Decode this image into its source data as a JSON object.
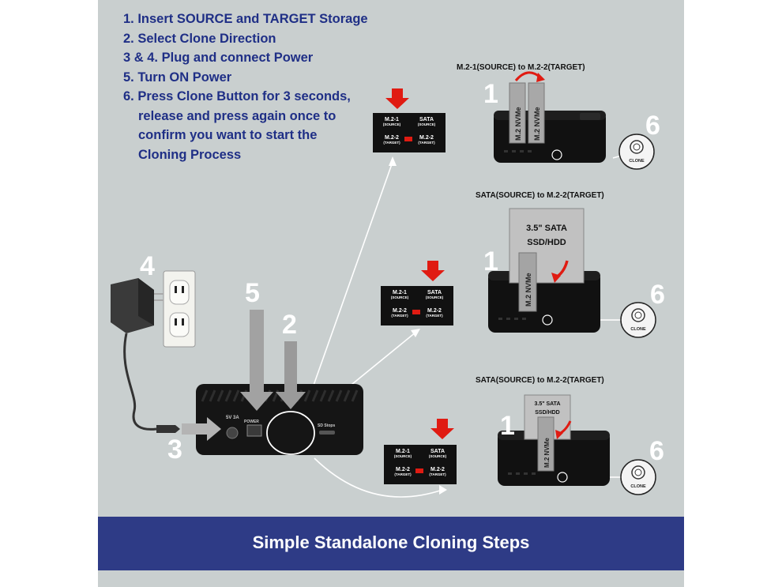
{
  "instructions": [
    "1. Insert SOURCE and TARGET Storage",
    "2. Select Clone Direction",
    "3 & 4. Plug and connect Power",
    "5. Turn ON Power",
    "6. Press Clone Button for 3 seconds,",
    "release and press again once to",
    "confirm you want to start the",
    "Cloning Process"
  ],
  "banner_title": "Simple Standalone Cloning Steps",
  "step_numbers": {
    "n1": "1",
    "n2": "2",
    "n3": "3",
    "n4": "4",
    "n5": "5",
    "n6": "6"
  },
  "scenarios": [
    {
      "title": "M.2-1(SOURCE) to M.2-2(TARGET)",
      "drive": "M.2 NVMe",
      "drive2": "M.2 NVMe",
      "button_label": "CLONE"
    },
    {
      "title": "SATA(SOURCE) to M.2-2(TARGET)",
      "drive": "M.2 NVMe",
      "sata_line1": "3.5\" SATA",
      "sata_line2": "SSD/HDD",
      "button_label": "CLONE"
    },
    {
      "title": "SATA(SOURCE) to M.2-2(TARGET)",
      "drive": "M.2 NVMe",
      "sata_line1": "3.5\" SATA",
      "sata_line2": "SSD/HDD",
      "button_label": "CLONE"
    }
  ],
  "switch": {
    "m21": "M.2-1",
    "source": "(SOURCE)",
    "m22": "M.2-2",
    "target": "(TARGET)",
    "sata": "SATA"
  },
  "device": {
    "dc": "5V 3A",
    "power": "POWER",
    "hdd": "SD Stops"
  },
  "colors": {
    "panel": "#c9cfcf",
    "banner": "#2e3b86",
    "text_blue": "#1f2f86",
    "arrow_red": "#e01b12"
  }
}
